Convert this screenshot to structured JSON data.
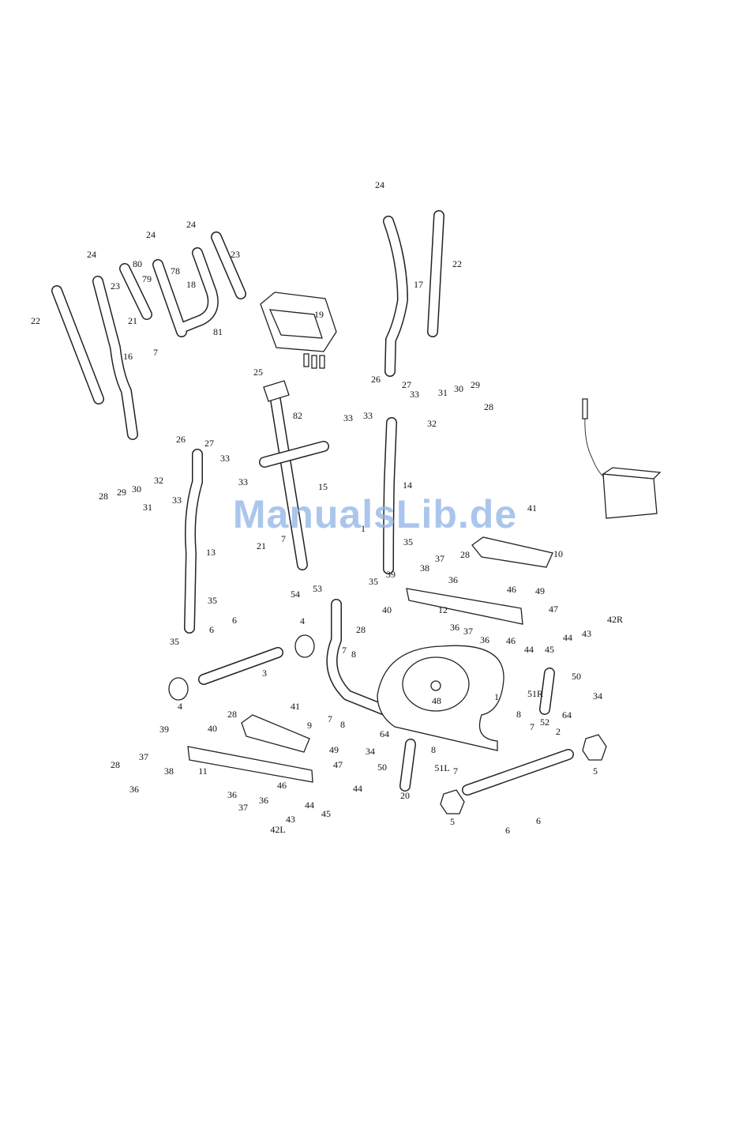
{
  "watermark": "ManualsLib.de",
  "icons": [
    "power-adapter-icon"
  ],
  "parts": [
    {
      "id": "p24a",
      "label": "24"
    },
    {
      "id": "p24b",
      "label": "24"
    },
    {
      "id": "p24c",
      "label": "24"
    },
    {
      "id": "p24d",
      "label": "24"
    },
    {
      "id": "p23a",
      "label": "23"
    },
    {
      "id": "p23b",
      "label": "23"
    },
    {
      "id": "p22a",
      "label": "22"
    },
    {
      "id": "p22b",
      "label": "22"
    },
    {
      "id": "p80",
      "label": "80"
    },
    {
      "id": "p79",
      "label": "79"
    },
    {
      "id": "p78",
      "label": "78"
    },
    {
      "id": "p18",
      "label": "18"
    },
    {
      "id": "p17",
      "label": "17"
    },
    {
      "id": "p19",
      "label": "19"
    },
    {
      "id": "p21a",
      "label": "21"
    },
    {
      "id": "p7a",
      "label": "7"
    },
    {
      "id": "p81",
      "label": "81"
    },
    {
      "id": "p16",
      "label": "16"
    },
    {
      "id": "p25",
      "label": "25"
    },
    {
      "id": "p82",
      "label": "82"
    },
    {
      "id": "p26a",
      "label": "26"
    },
    {
      "id": "p27a",
      "label": "27"
    },
    {
      "id": "p33a",
      "label": "33"
    },
    {
      "id": "p31a",
      "label": "31"
    },
    {
      "id": "p30a",
      "label": "30"
    },
    {
      "id": "p29a",
      "label": "29"
    },
    {
      "id": "p28a",
      "label": "28"
    },
    {
      "id": "p32a",
      "label": "32"
    },
    {
      "id": "p33b",
      "label": "33"
    },
    {
      "id": "p33c",
      "label": "33"
    },
    {
      "id": "p26b",
      "label": "26"
    },
    {
      "id": "p27b",
      "label": "27"
    },
    {
      "id": "p33d",
      "label": "33"
    },
    {
      "id": "p33e",
      "label": "33"
    },
    {
      "id": "p15",
      "label": "15"
    },
    {
      "id": "p14",
      "label": "14"
    },
    {
      "id": "p28b",
      "label": "28"
    },
    {
      "id": "p29b",
      "label": "29"
    },
    {
      "id": "p30b",
      "label": "30"
    },
    {
      "id": "p31b",
      "label": "31"
    },
    {
      "id": "p32b",
      "label": "32"
    },
    {
      "id": "p33f",
      "label": "33"
    },
    {
      "id": "p41a",
      "label": "41"
    },
    {
      "id": "p13",
      "label": "13"
    },
    {
      "id": "p21b",
      "label": "21"
    },
    {
      "id": "p7b",
      "label": "7"
    },
    {
      "id": "p1a",
      "label": "1"
    },
    {
      "id": "p35a",
      "label": "35"
    },
    {
      "id": "p10",
      "label": "10"
    },
    {
      "id": "p38a",
      "label": "38"
    },
    {
      "id": "p37a",
      "label": "37"
    },
    {
      "id": "p36a",
      "label": "36"
    },
    {
      "id": "p28c",
      "label": "28"
    },
    {
      "id": "p54",
      "label": "54"
    },
    {
      "id": "p35b",
      "label": "35"
    },
    {
      "id": "p39a",
      "label": "39"
    },
    {
      "id": "p53",
      "label": "53"
    },
    {
      "id": "p46a",
      "label": "46"
    },
    {
      "id": "p49a",
      "label": "49"
    },
    {
      "id": "p40a",
      "label": "40"
    },
    {
      "id": "p12",
      "label": "12"
    },
    {
      "id": "p35c",
      "label": "35"
    },
    {
      "id": "p4a",
      "label": "4"
    },
    {
      "id": "p28d",
      "label": "28"
    },
    {
      "id": "p36b",
      "label": "36"
    },
    {
      "id": "p37b",
      "label": "37"
    },
    {
      "id": "p36c",
      "label": "36"
    },
    {
      "id": "p47a",
      "label": "47"
    },
    {
      "id": "p6a",
      "label": "6"
    },
    {
      "id": "p6b",
      "label": "6"
    },
    {
      "id": "p46b",
      "label": "46"
    },
    {
      "id": "p44a",
      "label": "44"
    },
    {
      "id": "p45a",
      "label": "45"
    },
    {
      "id": "p44b",
      "label": "44"
    },
    {
      "id": "p43a",
      "label": "43"
    },
    {
      "id": "p42R",
      "label": "42R"
    },
    {
      "id": "p35d",
      "label": "35"
    },
    {
      "id": "p7c",
      "label": "7"
    },
    {
      "id": "p8a",
      "label": "8"
    },
    {
      "id": "p3",
      "label": "3"
    },
    {
      "id": "p50a",
      "label": "50"
    },
    {
      "id": "p51R",
      "label": "51R"
    },
    {
      "id": "p4b",
      "label": "4"
    },
    {
      "id": "p1b",
      "label": "1"
    },
    {
      "id": "p48",
      "label": "48"
    },
    {
      "id": "p34a",
      "label": "34"
    },
    {
      "id": "p64a",
      "label": "64"
    },
    {
      "id": "p52",
      "label": "52"
    },
    {
      "id": "p41b",
      "label": "41"
    },
    {
      "id": "p28e",
      "label": "28"
    },
    {
      "id": "p7d",
      "label": "7"
    },
    {
      "id": "p8b",
      "label": "8"
    },
    {
      "id": "p9",
      "label": "9"
    },
    {
      "id": "p8c",
      "label": "8"
    },
    {
      "id": "p7e",
      "label": "7"
    },
    {
      "id": "p39b",
      "label": "39"
    },
    {
      "id": "p40b",
      "label": "40"
    },
    {
      "id": "p64b",
      "label": "64"
    },
    {
      "id": "p2",
      "label": "2"
    },
    {
      "id": "p49b",
      "label": "49"
    },
    {
      "id": "p34b",
      "label": "34"
    },
    {
      "id": "p8d",
      "label": "8"
    },
    {
      "id": "p7f",
      "label": "7"
    },
    {
      "id": "p5a",
      "label": "5"
    },
    {
      "id": "p37c",
      "label": "37"
    },
    {
      "id": "p38b",
      "label": "38"
    },
    {
      "id": "p11",
      "label": "11"
    },
    {
      "id": "p28f",
      "label": "28"
    },
    {
      "id": "p47b",
      "label": "47"
    },
    {
      "id": "p50b",
      "label": "50"
    },
    {
      "id": "p51L",
      "label": "51L"
    },
    {
      "id": "p36d",
      "label": "36"
    },
    {
      "id": "p46c",
      "label": "46"
    },
    {
      "id": "p44c",
      "label": "44"
    },
    {
      "id": "p20",
      "label": "20"
    },
    {
      "id": "p36e",
      "label": "36"
    },
    {
      "id": "p37d",
      "label": "37"
    },
    {
      "id": "p36f",
      "label": "36"
    },
    {
      "id": "p44d",
      "label": "44"
    },
    {
      "id": "p43b",
      "label": "43"
    },
    {
      "id": "p45b",
      "label": "45"
    },
    {
      "id": "p5b",
      "label": "5"
    },
    {
      "id": "p6c",
      "label": "6"
    },
    {
      "id": "p6d",
      "label": "6"
    },
    {
      "id": "p42L",
      "label": "42L"
    }
  ]
}
